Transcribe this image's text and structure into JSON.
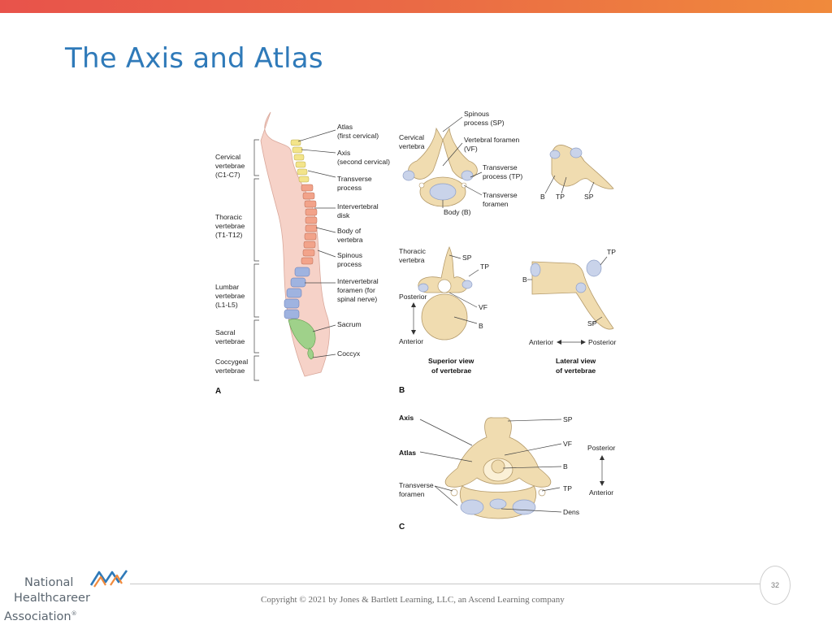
{
  "slide": {
    "title": "The Axis and Atlas",
    "page_number": "32",
    "copyright": "Copyright © 2021 by Jones & Bartlett Learning, LLC, an Ascend Learning company"
  },
  "logo": {
    "line1": "National",
    "line2": "Healthcareer",
    "line3": "Association",
    "trademark": "®"
  },
  "colors": {
    "title": "#2f7ab9",
    "bar_start": "#e8534b",
    "bar_end": "#f08a3c",
    "logo_mark_blue": "#2f7ab9",
    "logo_mark_orange": "#f08a3c"
  },
  "figure": {
    "panelA": {
      "letter": "A",
      "left_labels": [
        "Cervical",
        "vertebrae",
        "(C1-C7)",
        "Thoracic",
        "vertebrae",
        "(T1-T12)",
        "Lumbar",
        "vertebrae",
        "(L1-L5)",
        "Sacral",
        "vertebrae",
        "Coccygeal",
        "vertebrae"
      ],
      "right_labels": [
        "Atlas",
        "(first cervical)",
        "Axis",
        "(second cervical)",
        "Transverse",
        "process",
        "Intervertebral",
        "disk",
        "Body of",
        "vertebra",
        "Spinous",
        "process",
        "Intervertebral",
        "foramen (for",
        "spinal nerve)",
        "Sacrum",
        "Coccyx"
      ]
    },
    "panelB": {
      "letter": "B",
      "cervical": [
        "Spinous",
        "process (SP)",
        "Cervical",
        "vertebra",
        "Vertebral foramen",
        "(VF)",
        "Transverse",
        "process (TP)",
        "Transverse",
        "foramen",
        "Body (B)"
      ],
      "cervical_lateral": [
        "B",
        "TP",
        "SP"
      ],
      "thoracic": [
        "Thoracic",
        "vertebra",
        "SP",
        "TP",
        "Posterior",
        "VF",
        "B",
        "Anterior"
      ],
      "thoracic_lateral": [
        "TP",
        "B",
        "SP",
        "Anterior",
        "Posterior"
      ],
      "views": [
        "Superior view",
        "of vertebrae",
        "Lateral view",
        "of vertebrae"
      ]
    },
    "panelC": {
      "letter": "C",
      "labels": [
        "Axis",
        "Atlas",
        "Transverse",
        "foramen",
        "SP",
        "VF",
        "B",
        "TP",
        "Dens",
        "Posterior",
        "Anterior"
      ]
    }
  }
}
